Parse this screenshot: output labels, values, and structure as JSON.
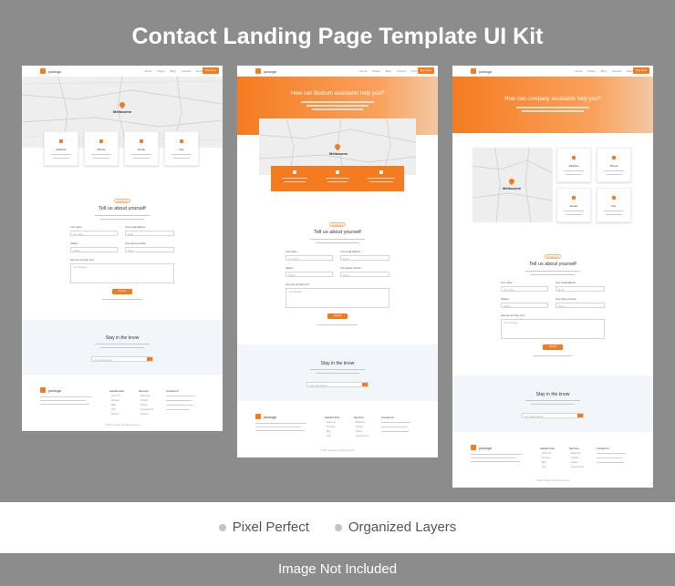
{
  "headline": "Contact Landing Page Template UI Kit",
  "features": [
    "Pixel Perfect",
    "Organized Layers"
  ],
  "footer_note": "Image Not Included",
  "colors": {
    "accent": "#f47b20",
    "background": "#8c8c8c",
    "light_section": "#f2f6fa"
  },
  "icons": [
    "logo-icon",
    "location-pin-icon",
    "phone-icon",
    "mail-icon",
    "fax-icon",
    "send-icon"
  ],
  "template": {
    "brand": "youlogo",
    "nav_items": [
      "Home",
      "Pages",
      "Blog",
      "Contact",
      "Docs"
    ],
    "nav_button": "Buy Now",
    "map_label": "Melbourne",
    "contact_cards": [
      "Address",
      "Phone",
      "Email",
      "Fax"
    ],
    "hero_title_2": "How can Bodrum assistants help you?",
    "hero_title_3": "How can company assistants help you?",
    "badge": "Contact Us",
    "form_title": "Tell us about yourself",
    "form_labels": {
      "name": "Your name",
      "email": "Your email address",
      "subject": "Subject",
      "phone": "Your phone number",
      "message": "How can we help you?"
    },
    "form_placeholders": {
      "name": "Your name",
      "email": "Email",
      "subject": "Subject",
      "phone": "Phone",
      "message": "Your Message"
    },
    "submit": "Submit",
    "stay_title": "Stay in the know",
    "email_placeholder": "Your email address",
    "footer_columns": [
      {
        "title": "Helpful Links",
        "items": [
          "About Us",
          "Services",
          "Blog",
          "FAQ",
          "Support"
        ]
      },
      {
        "title": "Services",
        "items": [
          "Marketing",
          "Analytic",
          "Design",
          "Development",
          "Support"
        ]
      },
      {
        "title": "Contact Us",
        "items": []
      }
    ],
    "copyright": "© 2023 Youlogo. All rights reserved."
  }
}
